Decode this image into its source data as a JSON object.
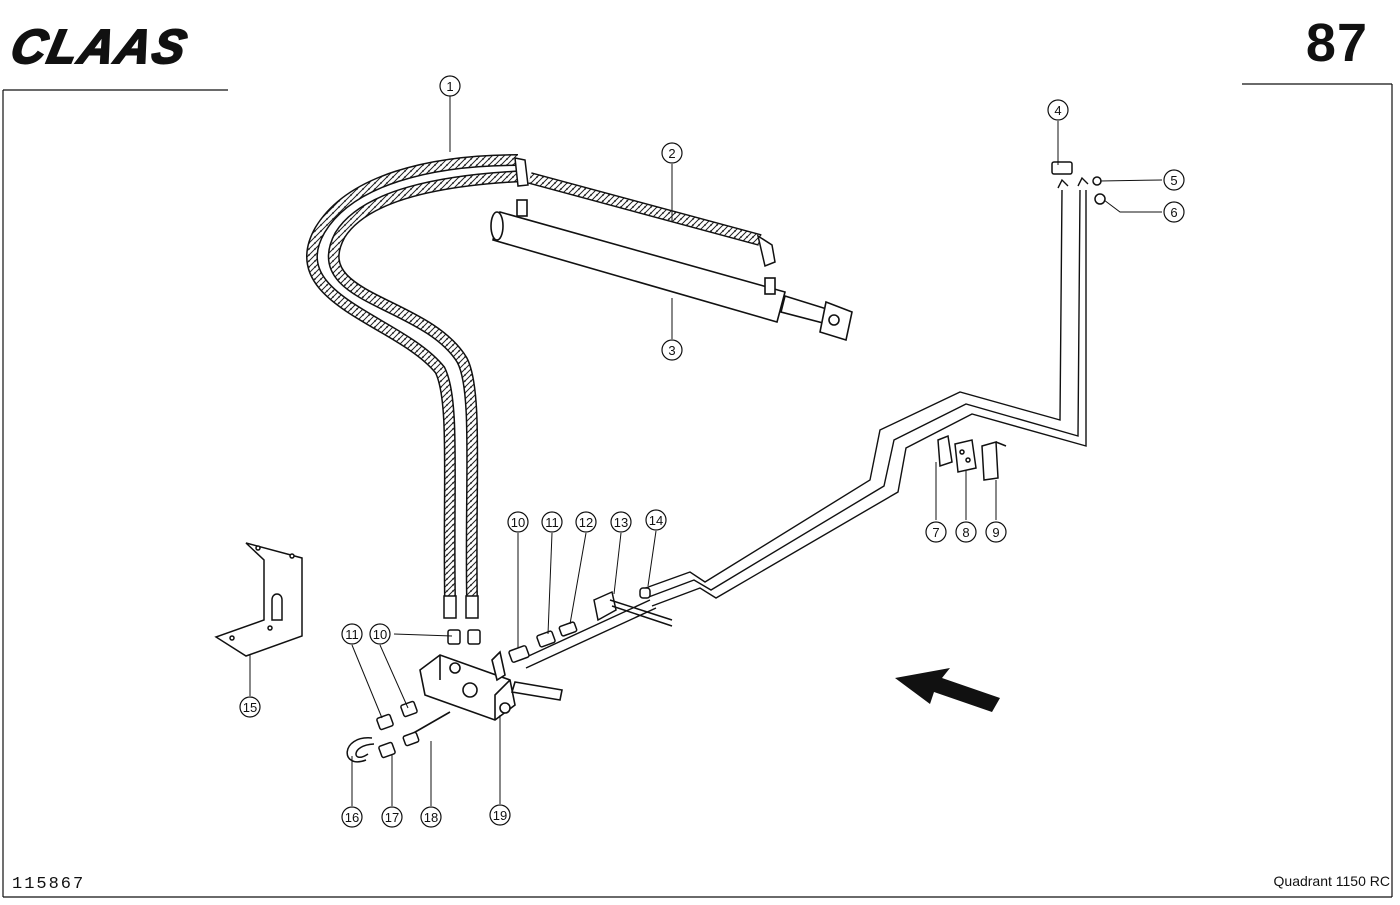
{
  "header": {
    "logo_text": "CLAAS",
    "page_number": "87"
  },
  "footer": {
    "doc_number": "115867",
    "model": "Quadrant 1150 RC"
  },
  "callouts": [
    "1",
    "2",
    "3",
    "4",
    "5",
    "6",
    "7",
    "8",
    "9",
    "10",
    "11",
    "12",
    "13",
    "14",
    "10",
    "11",
    "15",
    "16",
    "17",
    "18",
    "19"
  ],
  "direction_arrow": "left-up"
}
